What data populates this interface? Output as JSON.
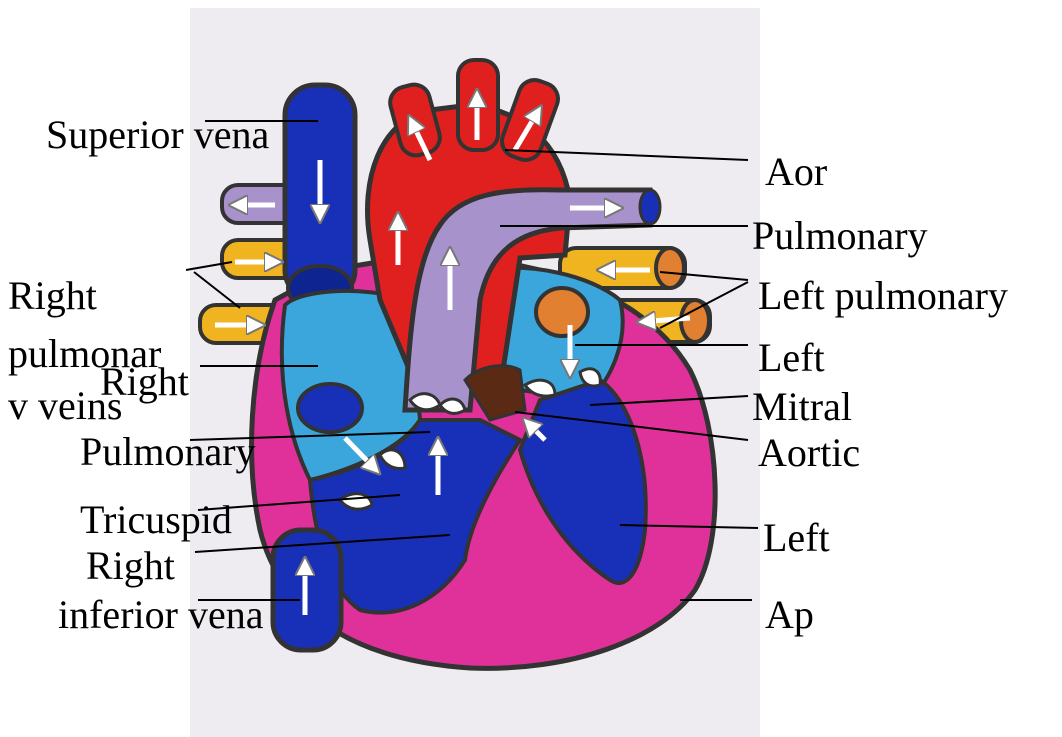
{
  "labels": {
    "superior_vena": "Superior vena",
    "aorta": "Aor",
    "pulmonary_top": "Pulmonary",
    "left_pulmonary": "Left pulmonary",
    "right_pulmonary_1": "Right",
    "right_pulmonary_2": "pulmonar",
    "right_pulmonary_3": "v veins",
    "right_atrium": "Right",
    "left_atrium": "Left",
    "mitral": "Mitral",
    "pulmonary_valve": "Pulmonary",
    "aortic": "Aortic",
    "tricuspid": "Tricuspid",
    "right_ventricle": "Right",
    "left_ventricle": "Left",
    "inferior_vena": "inferior vena",
    "apex": "Ap"
  },
  "colors": {
    "paper": "#eeecf0",
    "deoxy_blue": "#1830b8",
    "light_blue": "#3aa6dc",
    "aorta_red": "#e0201e",
    "pulmonary_purple": "#a892cc",
    "pulm_vein_yellow": "#f0b420",
    "myocardium_pink": "#e0309a",
    "outline": "#333333"
  }
}
